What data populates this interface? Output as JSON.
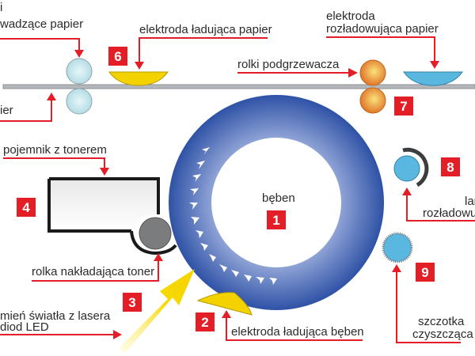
{
  "labels": {
    "feed_rollers_line1": "i",
    "feed_rollers_line2": "wadzące papier",
    "paper": "ier",
    "paper_charge_electrode": "elektroda ładująca papier",
    "fuser_rollers": "rolki podgrzewacza",
    "paper_discharge_electrode_line1": "elektroda",
    "paper_discharge_electrode_line2": "rozładowująca papier",
    "toner_container": "pojemnik z tonerem",
    "drum": "bęben",
    "discharge_lamp_line1": "lar",
    "discharge_lamp_line2": "rozładowu",
    "toner_roller": "rolka nakładająca toner",
    "laser_line1": "mień światła z lasera",
    "laser_line2": "diod LED",
    "drum_charge_electrode": "elektroda ładująca bęben",
    "cleaning_brush_line1": "szczotka",
    "cleaning_brush_line2": "czyszcząca"
  },
  "badges": {
    "drum": "1",
    "drum_electrode": "2",
    "laser": "3",
    "toner": "4",
    "paper_electrode": "6",
    "fuser": "7",
    "lamp": "8",
    "brush": "9"
  },
  "colors": {
    "accent_red": "#e41e26",
    "drum_blue": "#3d5fad",
    "electrode_yellow": "#f2d000",
    "fuser_orange": "#e8882a",
    "discharge_blue": "#5ab8e0",
    "feed_roller": "#cfe9ef"
  }
}
